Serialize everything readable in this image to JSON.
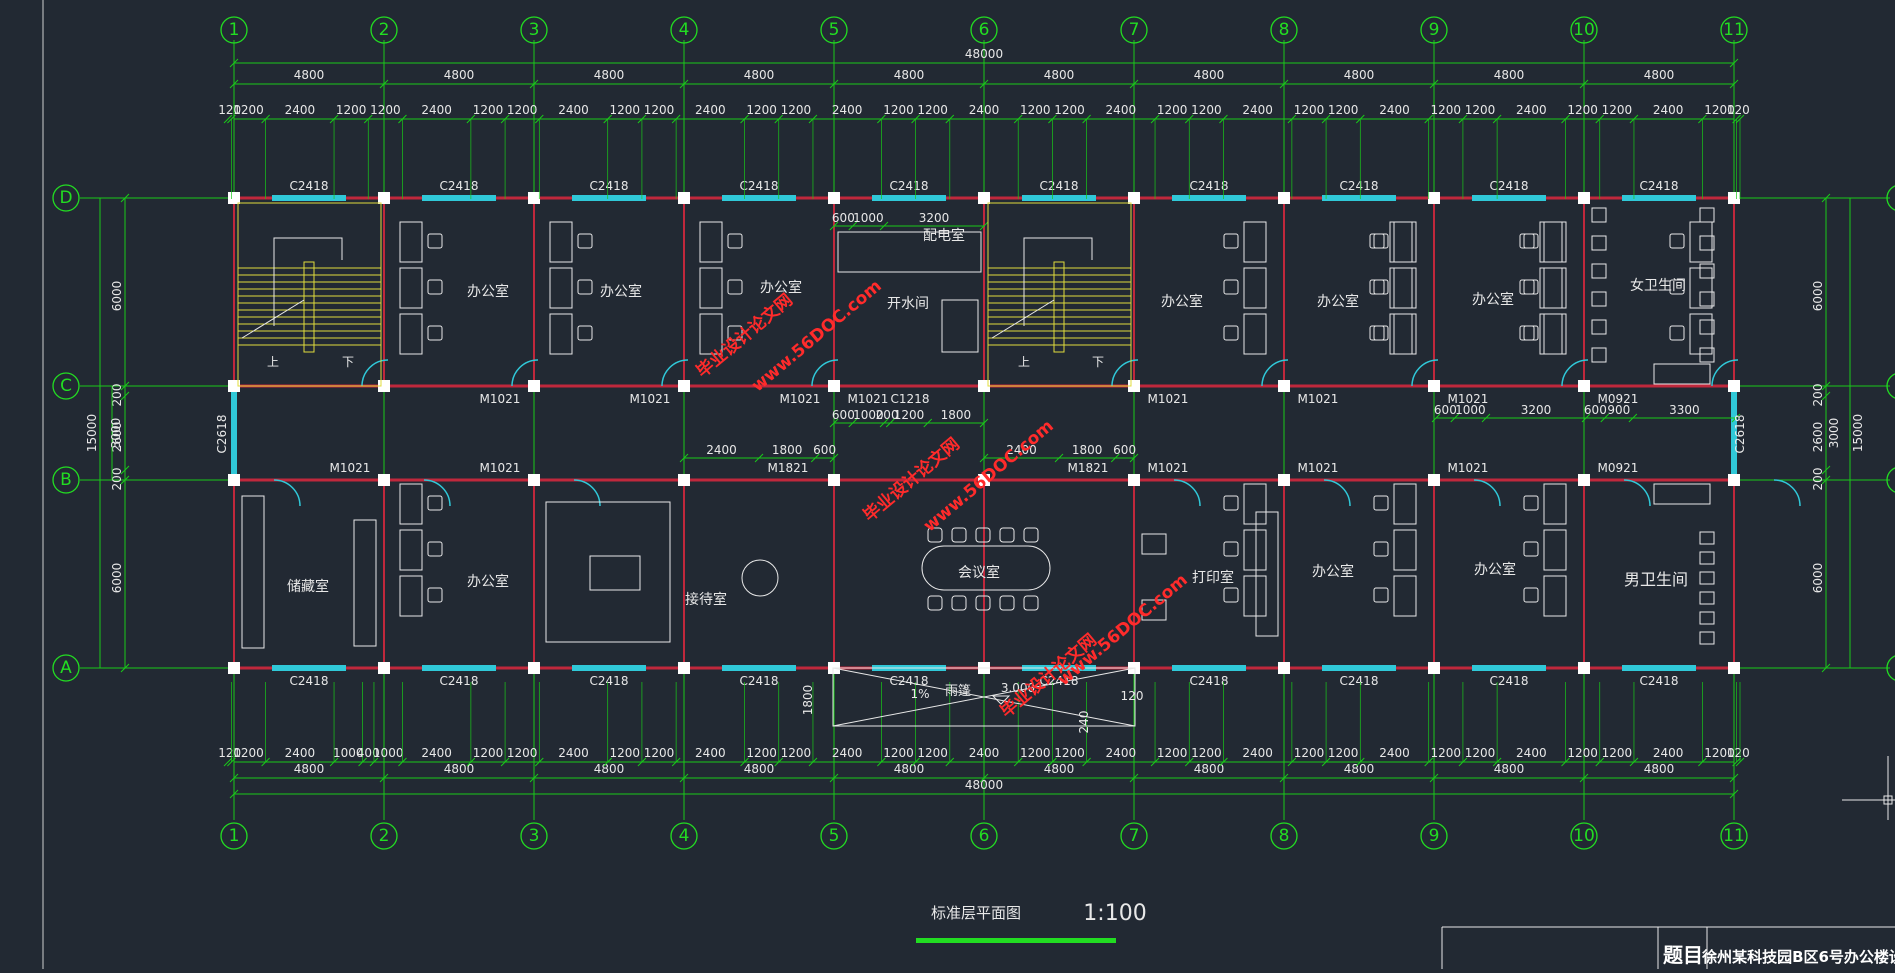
{
  "drawing": {
    "title": "标准层平面图",
    "scale": "1:100",
    "titleblock_label": "题目",
    "titleblock_value": "徐州某科技园B区6号办公楼设"
  },
  "axes": {
    "columns": [
      "1",
      "2",
      "3",
      "4",
      "5",
      "6",
      "7",
      "8",
      "9",
      "10",
      "11"
    ],
    "rows": [
      "D",
      "C",
      "B",
      "A"
    ]
  },
  "dimensions": {
    "overall": "48000",
    "bay": "4800",
    "top_detail": [
      "120",
      "1200",
      "2400",
      "1200",
      "1200",
      "2400",
      "1200",
      "1200",
      "2400",
      "1200",
      "1200",
      "2400",
      "1200",
      "1200",
      "2400",
      "1200",
      "1200",
      "2400",
      "1200",
      "1200",
      "2400",
      "1200",
      "1200",
      "2400",
      "1200",
      "1200",
      "2400",
      "1200",
      "1200",
      "2400",
      "1200",
      "1200",
      "2400",
      "1200",
      "120"
    ],
    "bottom_detail": [
      "120",
      "1200",
      "2400",
      "1000",
      "400",
      "1000",
      "2400",
      "1200",
      "1200",
      "2400",
      "1200",
      "1200",
      "2400",
      "1200",
      "1200",
      "2400",
      "1200",
      "1200",
      "2400",
      "1200",
      "1200",
      "2400",
      "1200",
      "1200",
      "2400",
      "1200",
      "1200",
      "2400",
      "1200",
      "1200",
      "2400",
      "1200",
      "1200",
      "2400",
      "1200",
      "120"
    ],
    "left_side": [
      "6000",
      "200",
      "2600",
      "200",
      "6000"
    ],
    "left_total": "15000",
    "left_mid": "3000",
    "right_side": [
      "6000",
      "200",
      "2600",
      "200",
      "6000"
    ],
    "right_total": "15000",
    "right_mid": "3000",
    "corridor_left": [
      "2400",
      "1800",
      "600"
    ],
    "corridor_mid": [
      "600",
      "1000",
      "200",
      "1200",
      "1800"
    ],
    "corridor_mid2": [
      "2400",
      "1800",
      "600"
    ],
    "corridor_right": [
      "600",
      "1000",
      "3200",
      "600",
      "900",
      "3300"
    ],
    "elec_room": [
      "600",
      "1000",
      "3200"
    ],
    "canopy": [
      "1800",
      "240",
      "120"
    ]
  },
  "windows": {
    "top": "C2418",
    "bottom": "C2418",
    "side": "C2618"
  },
  "doors": {
    "m1021": "M1021",
    "m0921": "M0921",
    "m1821": "M1821",
    "c1218": "C1218"
  },
  "rooms": {
    "office": "办公室",
    "elec": "配电室",
    "water": "开水间",
    "women_wc": "女卫生间",
    "men_wc": "男卫生间",
    "storage": "储藏室",
    "reception": "接待室",
    "meeting": "会议室",
    "print": "打印室",
    "canopy": "雨篷",
    "up": "上",
    "down": "下",
    "slope": "1%",
    "elevation": "3.000"
  },
  "watermark": {
    "site": "www.56DOC.com",
    "name": "毕业设计论文网"
  },
  "colors": {
    "background": "#222933",
    "axis": "#22dd22",
    "dimension": "#19c919",
    "wall_red": "#c0283c",
    "window_cyan": "#30c8d8",
    "stair_yellow": "#e0dc3c",
    "furniture": "#e8e8e8",
    "watermark": "#ff2b2b"
  }
}
